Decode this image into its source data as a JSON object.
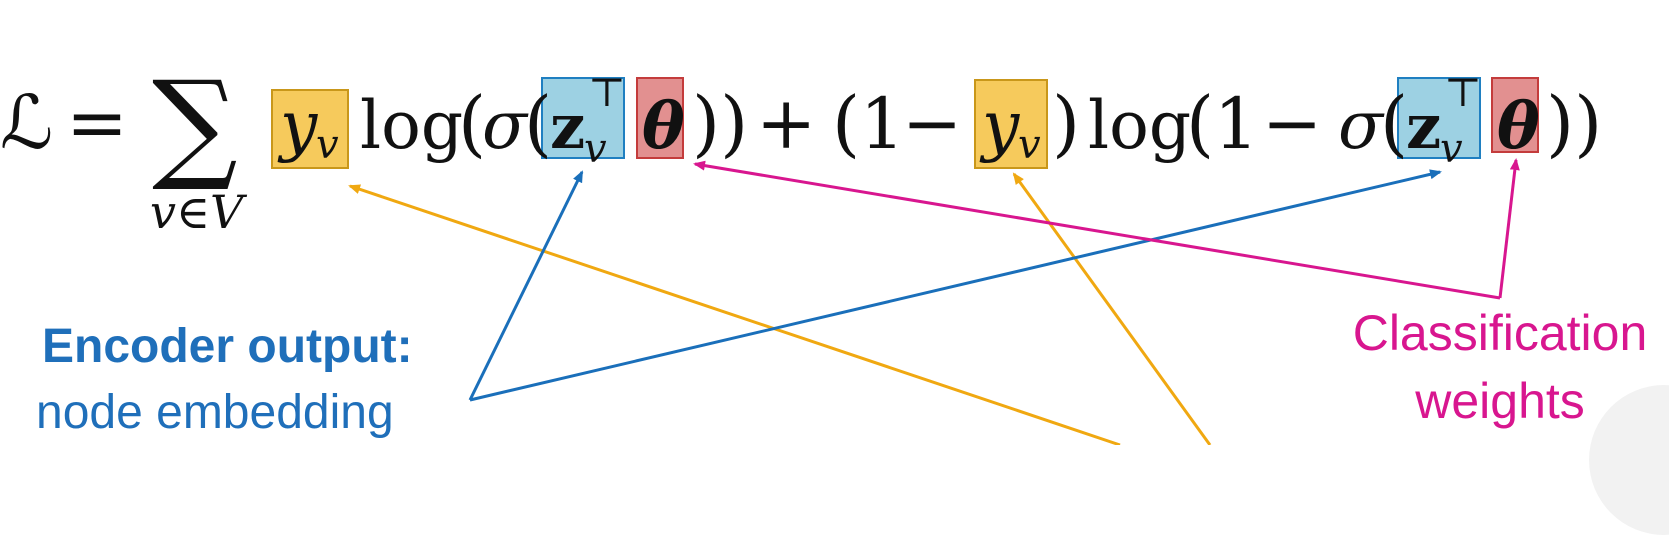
{
  "equation": {
    "loss_symbol": "ℒ",
    "equals": "=",
    "sum": "∑",
    "sum_sub": "v∈V",
    "y": "y",
    "y_sub": "v",
    "log": "log",
    "open": "(",
    "close": ")",
    "sigma": "σ",
    "z": "z",
    "z_sub": "v",
    "transpose": "⊤",
    "theta": "θ",
    "plus": "+",
    "one": "1",
    "minus": "−"
  },
  "labels": {
    "encoder_title": "Encoder output:",
    "encoder_sub": "node embedding",
    "classification_line1": "Classification",
    "classification_line2": "weights"
  },
  "colors": {
    "yellow_box": "#f6ca5c",
    "yellow_border": "#c9971a",
    "blue_box": "#9dd1e3",
    "blue_border": "#1f7fc1",
    "red_box": "#e29090",
    "red_border": "#c43c3c",
    "arrow_yellow": "#f0a811",
    "arrow_blue": "#1a6fba",
    "arrow_magenta": "#d8168f",
    "encoder_text": "#1f6fba",
    "classification_text": "#d8168f"
  }
}
